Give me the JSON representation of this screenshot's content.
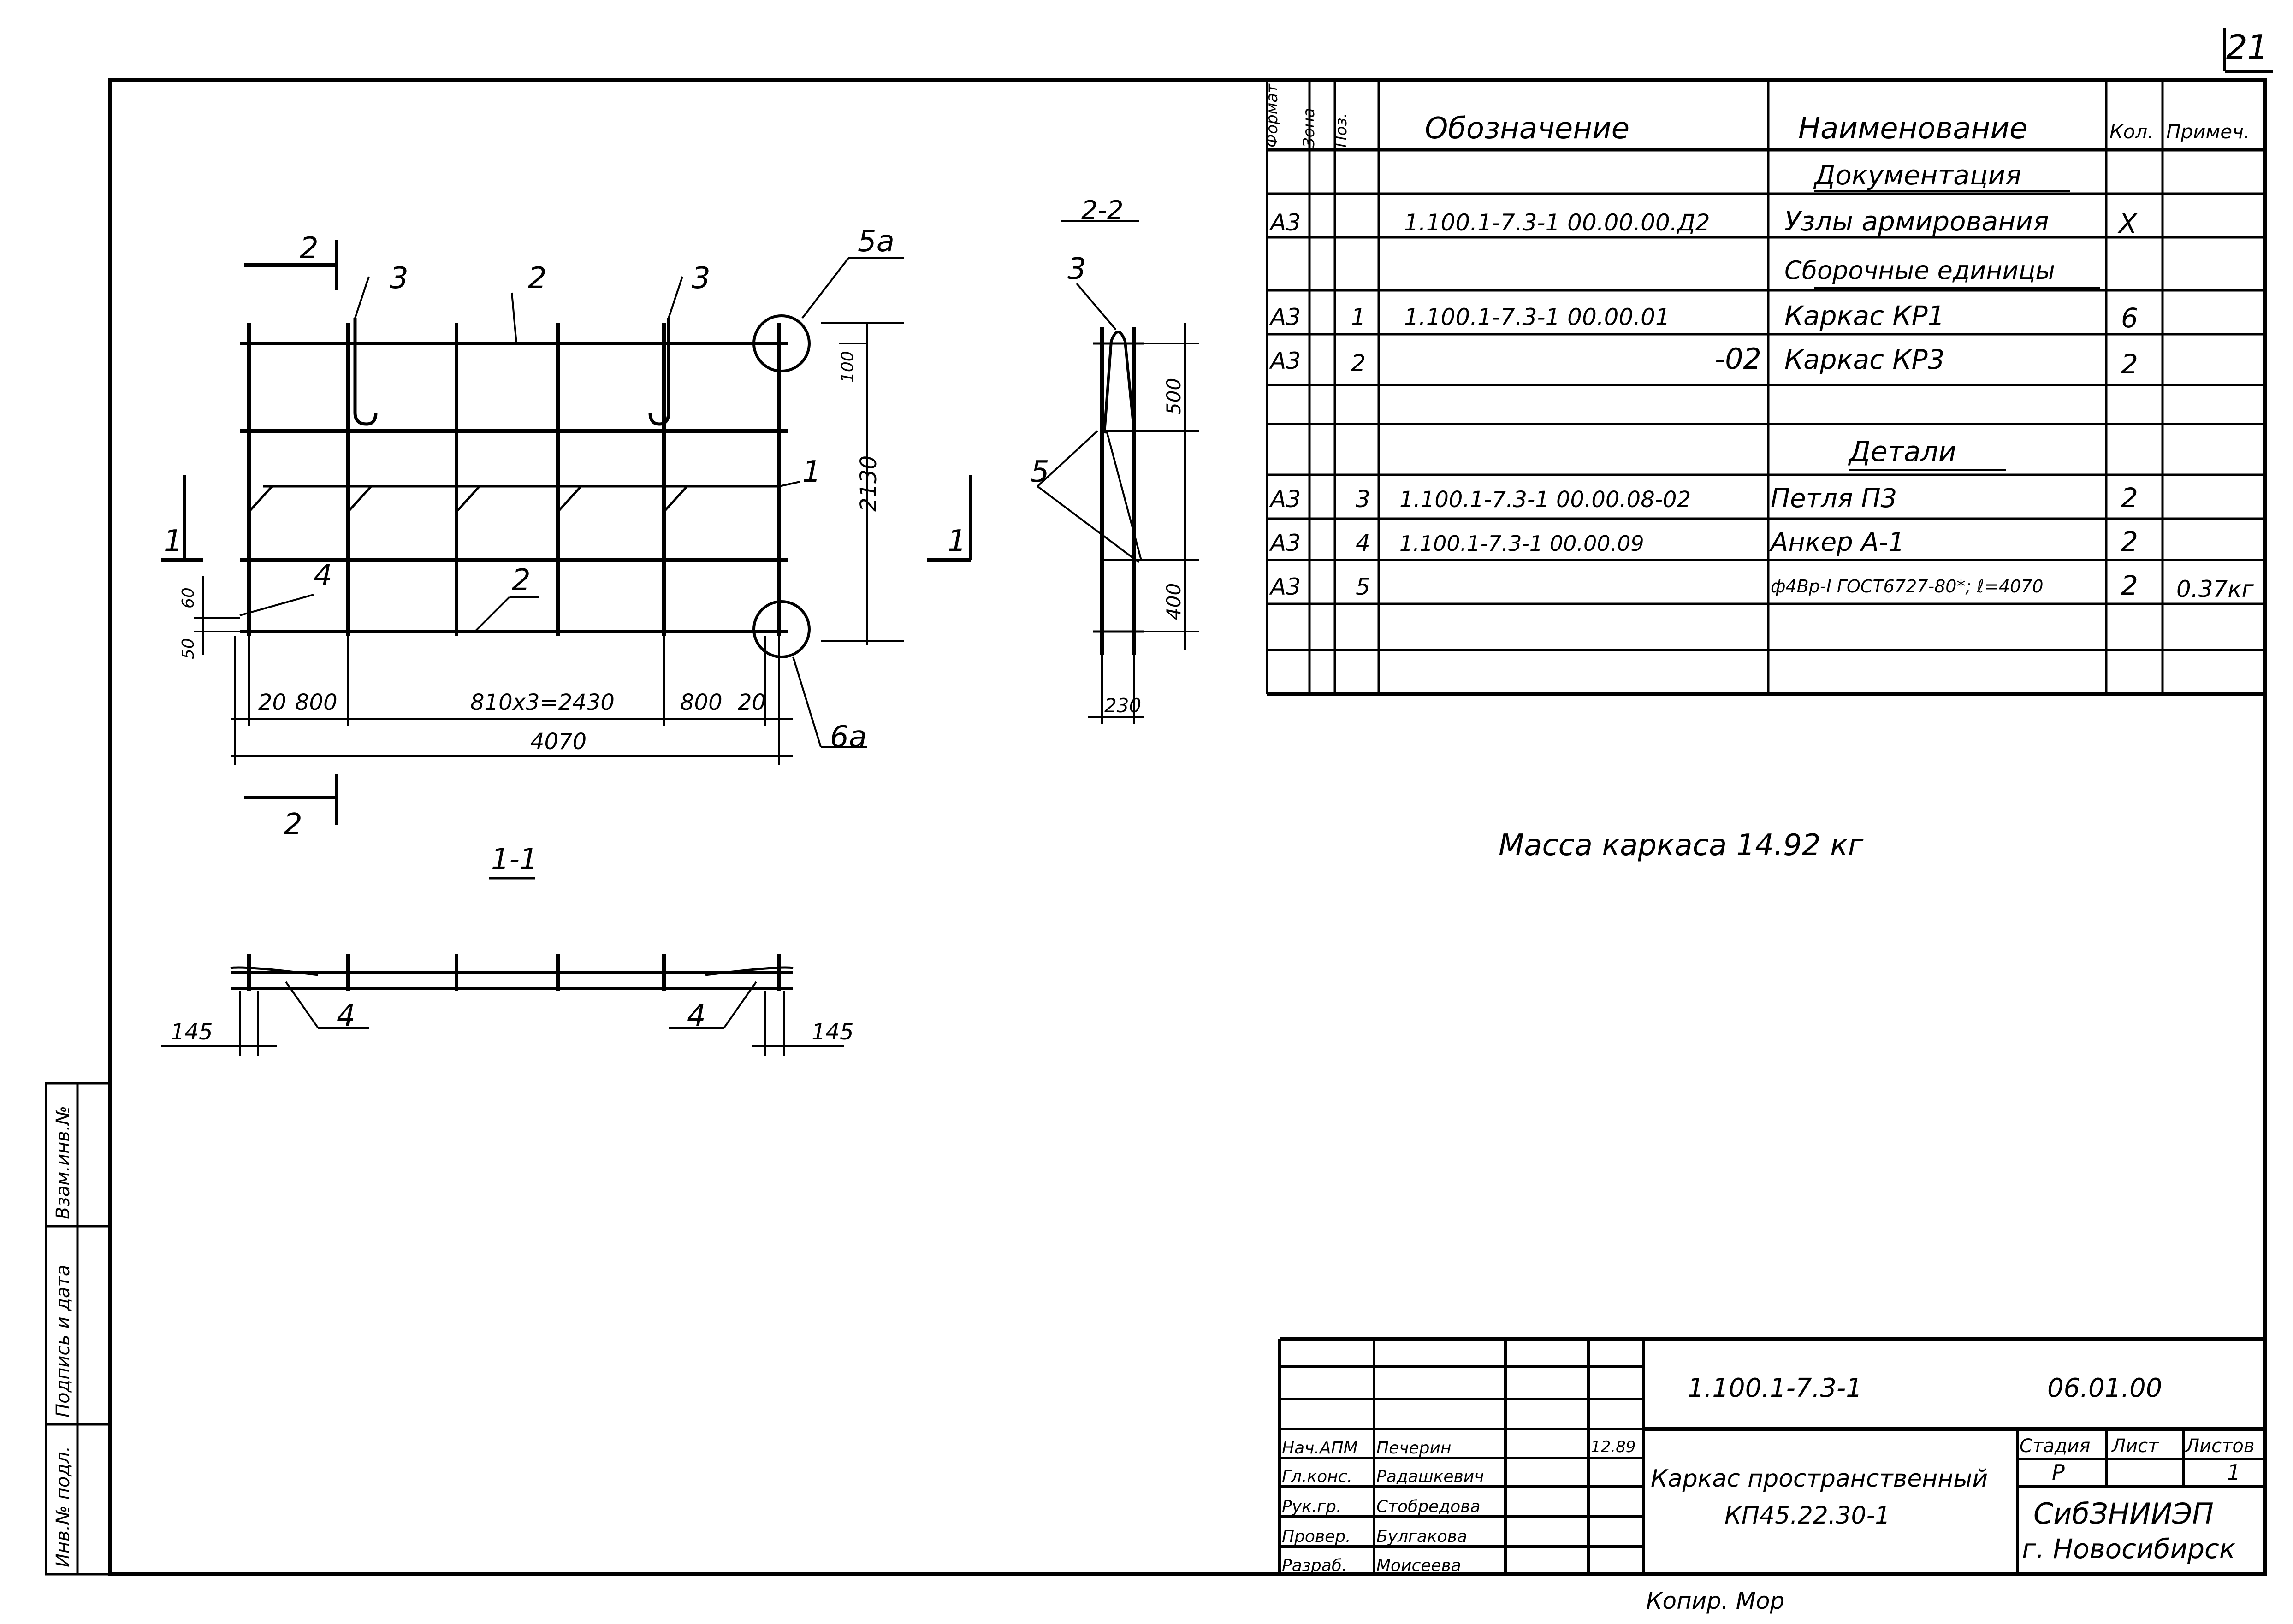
{
  "sheet_number": "21",
  "spec_table": {
    "headers": {
      "format": "Формат",
      "zone": "Зона",
      "pos": "Поз.",
      "designation": "Обозначение",
      "name": "Наименование",
      "qty": "Кол.",
      "note": "Примеч."
    },
    "rows": [
      {
        "format": "",
        "pos": "",
        "designation": "",
        "name": "Документация",
        "qty": "",
        "note": ""
      },
      {
        "format": "А3",
        "pos": "",
        "designation": "1.100.1-7.3-1 00.00.00.Д2",
        "name": "Узлы армирования",
        "qty": "Х",
        "note": ""
      },
      {
        "format": "",
        "pos": "",
        "designation": "",
        "name": "Сборочные единицы",
        "qty": "",
        "note": ""
      },
      {
        "format": "А3",
        "pos": "1",
        "designation": "1.100.1-7.3-1 00.00.01",
        "name": "Каркас КР1",
        "qty": "6",
        "note": ""
      },
      {
        "format": "А3",
        "pos": "2",
        "designation": "-02",
        "name": "Каркас КР3",
        "qty": "2",
        "note": ""
      },
      {
        "format": "",
        "pos": "",
        "designation": "",
        "name": "",
        "qty": "",
        "note": ""
      },
      {
        "format": "",
        "pos": "",
        "designation": "",
        "name": "Детали",
        "qty": "",
        "note": ""
      },
      {
        "format": "А3",
        "pos": "3",
        "designation": "1.100.1-7.3-1 00.00.08-02",
        "name": "Петля П3",
        "qty": "2",
        "note": ""
      },
      {
        "format": "А3",
        "pos": "4",
        "designation": "1.100.1-7.3-1 00.00.09",
        "name": "Анкер А-1",
        "qty": "2",
        "note": ""
      },
      {
        "format": "А3",
        "pos": "5",
        "designation": "",
        "name": "ф4Вр-I ГОСТ6727-80*; ℓ=4070",
        "qty": "2",
        "note": "0.37кг"
      },
      {
        "format": "",
        "pos": "",
        "designation": "",
        "name": "",
        "qty": "",
        "note": ""
      }
    ]
  },
  "mass_note": "Масса каркаса 14.92 кг",
  "drawing": {
    "section_2_2": "2-2",
    "section_1_1": "1-1",
    "section_marks": [
      "2",
      "2",
      "1",
      "1"
    ],
    "pos_labels": [
      "3",
      "2",
      "3",
      "5а",
      "1",
      "4",
      "2",
      "6а",
      "3",
      "5",
      "4",
      "4"
    ],
    "dims_main": [
      "20",
      "800",
      "810х3=2430",
      "800",
      "20",
      "4070",
      "2130",
      "100",
      "60",
      "50"
    ],
    "dims_side": [
      "500",
      "400",
      "230"
    ],
    "dims_bottom": [
      "145",
      "145"
    ]
  },
  "title_block": {
    "doc_code": "1.100.1-7.3-1",
    "doc_suffix": "06.01.00",
    "title_line1": "Каркас пространственный",
    "title_line2": "КП45.22.30-1",
    "stage_label": "Стадия",
    "sheet_label": "Лист",
    "sheets_label": "Листов",
    "stage": "Р",
    "sheets": "1",
    "org_line1": "СибЗНИИЭП",
    "org_line2": "г. Новосибирск",
    "date": "12.89",
    "signatures": [
      {
        "role": "Нач.АПМ",
        "name": "Печерин"
      },
      {
        "role": "Гл.конс.",
        "name": "Радашкевич"
      },
      {
        "role": "Рук.гр.",
        "name": "Стобредова"
      },
      {
        "role": "Провер.",
        "name": "Булгакова"
      },
      {
        "role": "Разраб.",
        "name": "Моисеева"
      }
    ],
    "copier": "Копир. Мор"
  },
  "side_stamp": {
    "inv_podl": "Инв.№ подл.",
    "podpis": "Подпись и дата",
    "vzam": "Взам.инв.№"
  }
}
